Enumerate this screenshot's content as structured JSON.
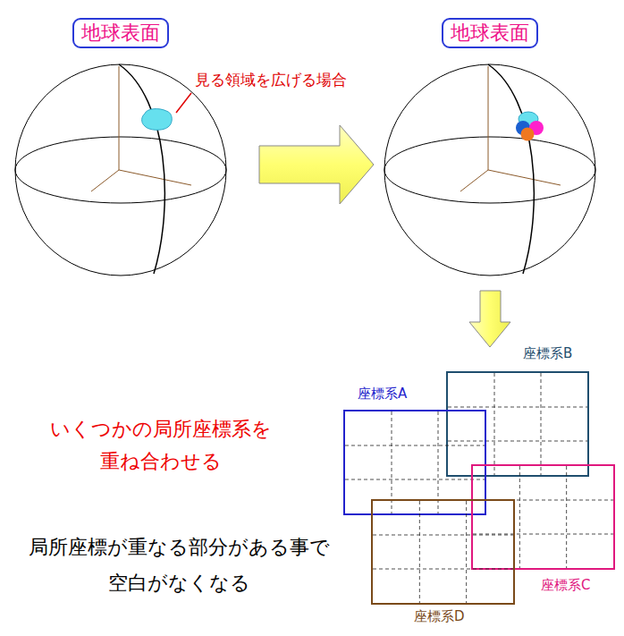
{
  "diagram": {
    "nodes": [
      {
        "text": [
          "地球表面"
        ]
      },
      {
        "text": [
          "地球表面"
        ]
      },
      {
        "text": [
          "座標系B"
        ]
      },
      {
        "text": [
          "座標系A"
        ]
      },
      {
        "text": [
          "座標系C"
        ]
      },
      {
        "text": [
          "座標系D"
        ]
      }
    ],
    "labels": [
      "見る領域を広げる場合",
      "いくつかの局所座標系を 重ね合わせる",
      "局所座標が重なる部分がある事で 空白がなくなる"
    ]
  }
}
